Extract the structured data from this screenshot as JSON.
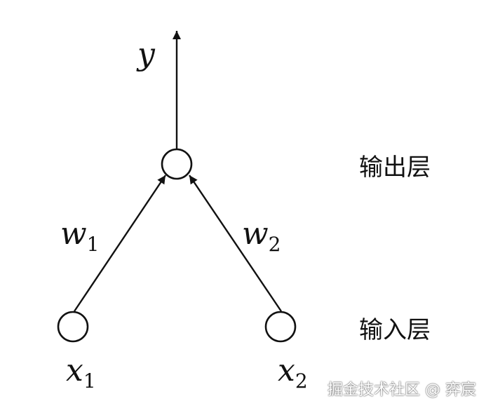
{
  "nodes": {
    "output": {
      "label": "y"
    },
    "input_1": {
      "label": "x",
      "sub": "1"
    },
    "input_2": {
      "label": "x",
      "sub": "2"
    }
  },
  "edges": {
    "w1": {
      "label": "w",
      "sub": "1"
    },
    "w2": {
      "label": "w",
      "sub": "2"
    }
  },
  "layers": {
    "output_label": "输出层",
    "input_label": "输入层"
  },
  "watermark": "掘金技术社区 @ 弈宸",
  "colors": {
    "ink": "#111111",
    "background": "#ffffff"
  }
}
